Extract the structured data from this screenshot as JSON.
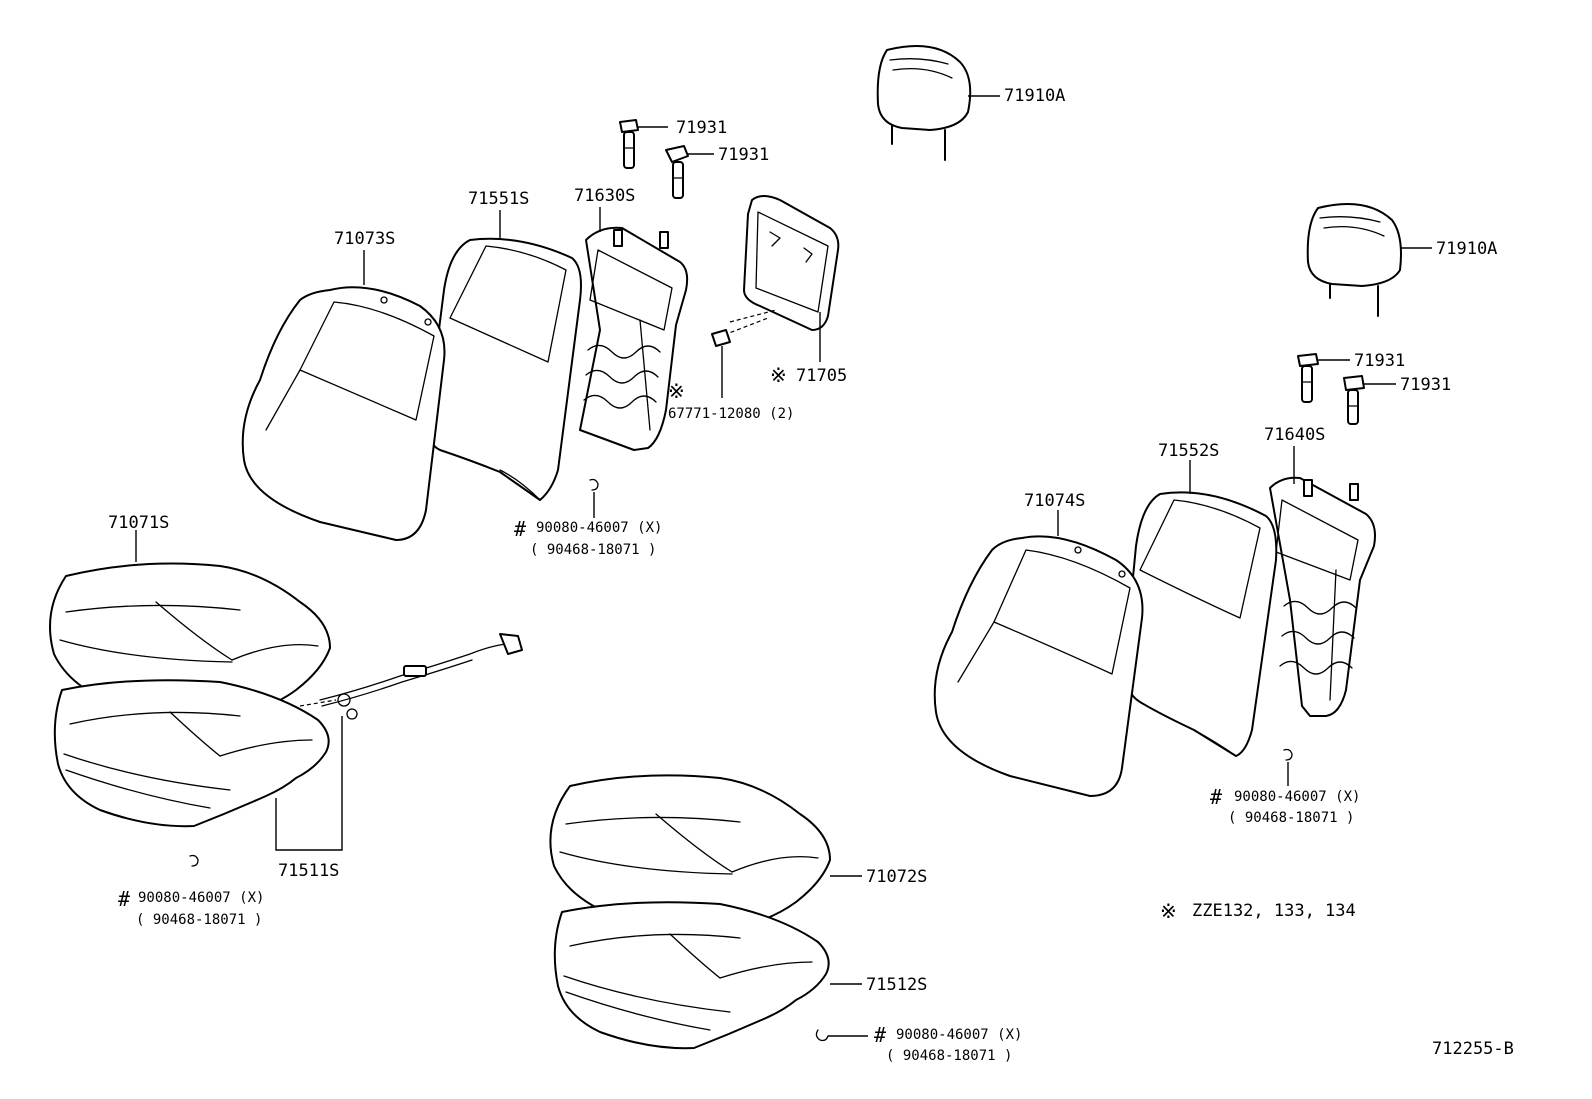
{
  "labels": {
    "headrest_1": "71910A",
    "headrest_2": "71910A",
    "support_1a": "71931",
    "support_1b": "71931",
    "support_2a": "71931",
    "support_2b": "71931",
    "frame_1": "71630S",
    "frame_2": "71640S",
    "cover_back_1": "71551S",
    "cover_back_2": "71552S",
    "pad_back_1": "71073S",
    "pad_back_2": "71074S",
    "board": "71705",
    "board_mark": "※",
    "clip": "67771-12080 (2)",
    "clip_mark": "※",
    "cushion_pad_1": "71071S",
    "cushion_pad_2": "71072S",
    "cushion_cover_1": "71511S",
    "cushion_cover_2": "71512S",
    "ring_a_hash": "#",
    "ring_a_1": "90080-46007 (X)",
    "ring_a_2": "( 90468-18071 )",
    "ring_b_hash": "#",
    "ring_b_1": "90080-46007 (X)",
    "ring_b_2": "( 90468-18071 )",
    "ring_c_hash": "#",
    "ring_c_1": "90080-46007 (X)",
    "ring_c_2": "( 90468-18071 )",
    "ring_d_hash": "#",
    "ring_d_1": "90080-46007 (X)",
    "ring_d_2": "( 90468-18071 )",
    "note_mark": "※",
    "note_text": "ZZE132, 133, 134",
    "figure_id": "712255-B"
  },
  "colors": {
    "line": "#000000",
    "background": "#ffffff"
  }
}
